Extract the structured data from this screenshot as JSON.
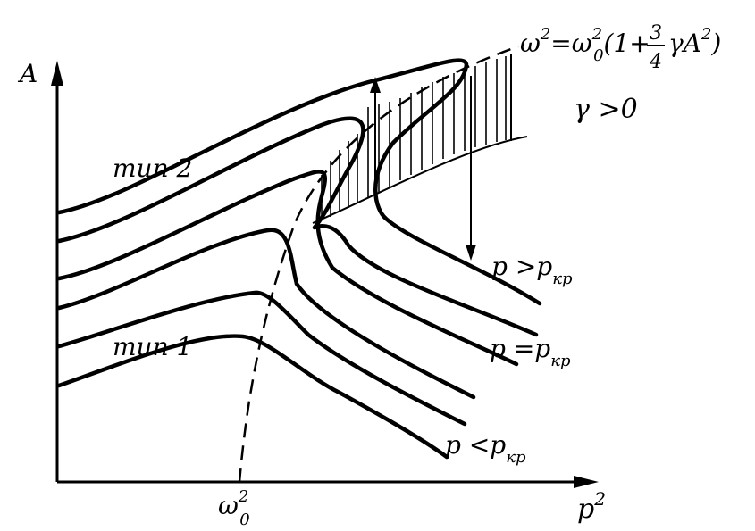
{
  "axes": {
    "y_label": "A",
    "x_label": "p",
    "x_label_sup": "2",
    "x_tick_label": "ω",
    "x_tick_sup": "2",
    "x_tick_sub": "0"
  },
  "formula": {
    "lhs": "ω",
    "lhs_sup": "2",
    "eq": "=",
    "rhs_omega": "ω",
    "rhs_sup": "2",
    "rhs_sub": "0",
    "open": "(1+",
    "frac_num": "3",
    "frac_den": "4",
    "gamma_a": "γA",
    "a_sup": "2",
    "close": ")"
  },
  "condition": "γ >0",
  "curve_labels": {
    "type2": "тип 2",
    "type1": "тип 1",
    "p_gt": "p >p",
    "p_eq": "p =p",
    "p_lt": "p <p",
    "kr_sub": "кр"
  }
}
